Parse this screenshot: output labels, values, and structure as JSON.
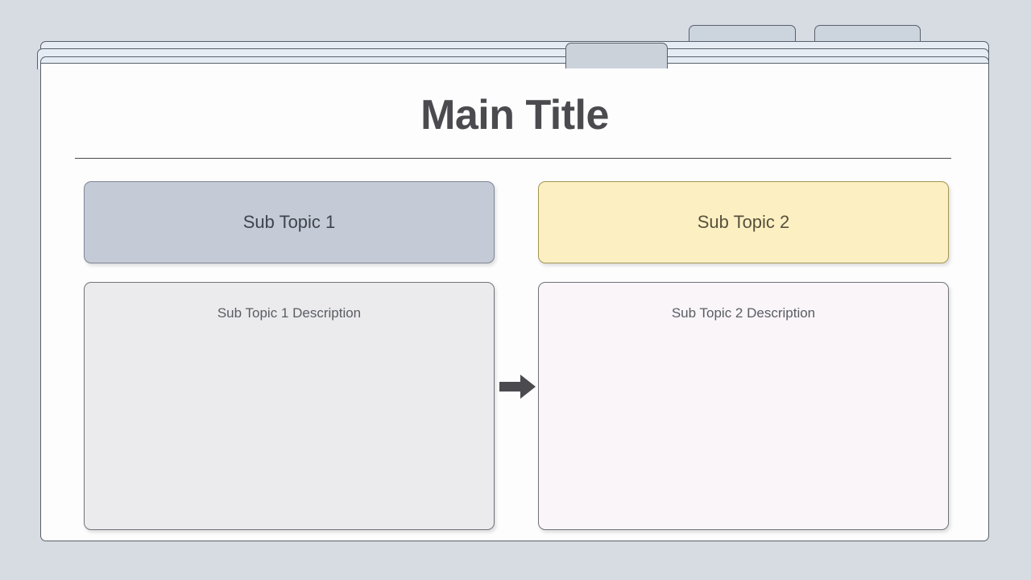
{
  "window": {
    "tabs": [
      {
        "name": "tab-back-1",
        "label": "",
        "state": "inactive"
      },
      {
        "name": "tab-back-2",
        "label": "",
        "state": "inactive"
      },
      {
        "name": "tab-active",
        "label": "",
        "state": "active"
      }
    ],
    "layer_count": 3
  },
  "slide": {
    "title": "Main Title",
    "divider": true,
    "columns": [
      {
        "topic_label": "Sub Topic 1",
        "topic_fill": "#c5cbd6",
        "topic_border": "#7e8594",
        "topic_text_color": "#3f434d",
        "description_label": "Sub Topic 1 Description",
        "description_fill": "#ebebed",
        "description_border": "#70737a"
      },
      {
        "topic_label": "Sub Topic 2",
        "topic_fill": "#fcf0c3",
        "topic_border": "#a39553",
        "topic_text_color": "#57503c",
        "description_label": "Sub Topic 2 Description",
        "description_fill": "#f9f5f9",
        "description_border": "#70737a"
      }
    ],
    "connector": {
      "icon": "arrow-right-icon",
      "color": "#4a4a4f",
      "direction": "right"
    },
    "background_color": "#d7dbe2",
    "card_color": "#fdfdfd",
    "title_color": "#4a4a4f"
  }
}
